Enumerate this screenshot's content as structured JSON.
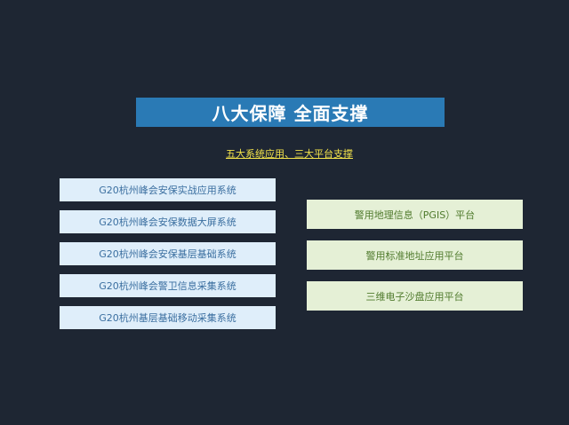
{
  "title": "八大保障 全面支撑",
  "subtitle": "五大系统应用、三大平台支撑",
  "systems": [
    "G20杭州峰会安保实战应用系统",
    "G20杭州峰会安保数据大屏系统",
    "G20杭州峰会安保基层基础系统",
    "G20杭州峰会警卫信息采集系统",
    "G20杭州基层基础移动采集系统"
  ],
  "platforms": [
    "警用地理信息（PGIS）平台",
    "警用标准地址应用平台",
    "三维电子沙盘应用平台"
  ],
  "colors": {
    "background": "#1e2633",
    "banner": "#2a7ab5",
    "subtitle": "#f2e24a",
    "system_box": "#dfeefa",
    "platform_box": "#e5f0d6"
  }
}
